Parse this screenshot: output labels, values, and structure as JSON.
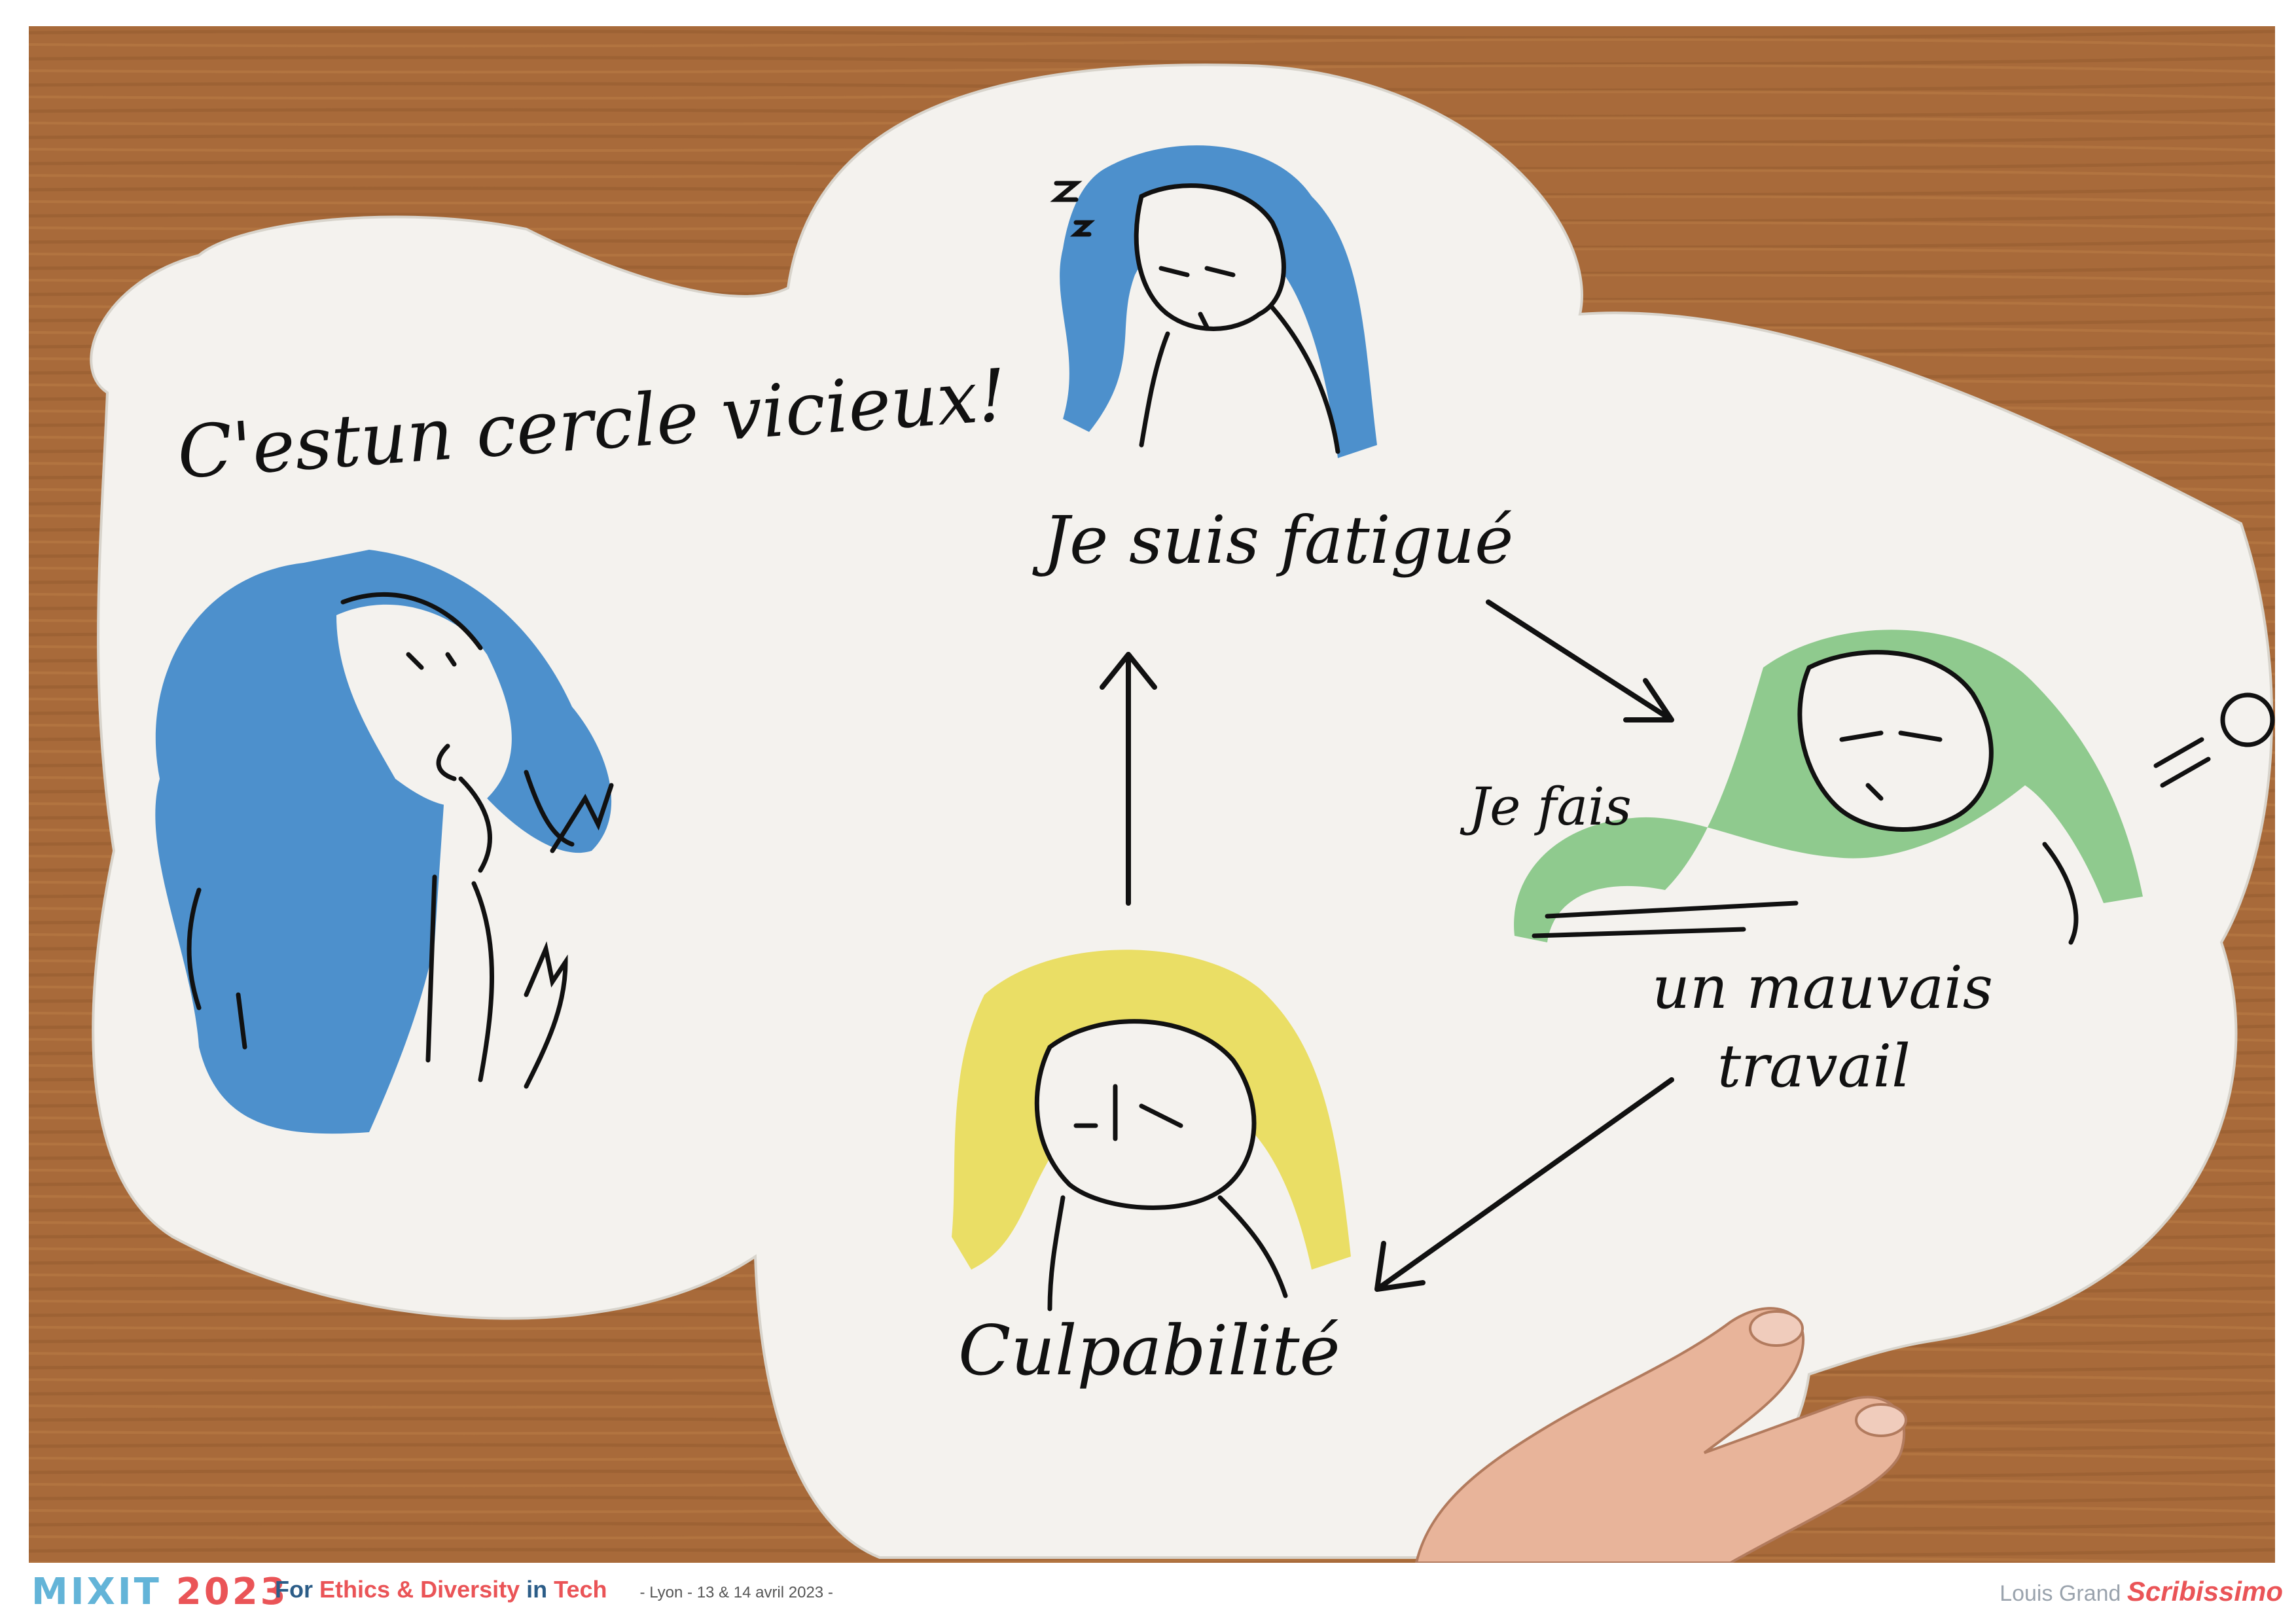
{
  "sketch": {
    "exclamation": "C'estun cercle vicieux!",
    "tired": "Je suis fatigué",
    "bad_work_1": "Je fais",
    "bad_work_2": "un mauvais",
    "bad_work_3": "travail",
    "guilt": "Culpabilité"
  },
  "footer": {
    "event_name": "MIXIT",
    "event_year": "2023",
    "tagline": {
      "part1": "For ",
      "ethics": "Ethics",
      "amp": "&",
      "diversity": "Diversity",
      "part2": " in ",
      "tech": "Tech"
    },
    "location_dates": "- Lyon - 13 & 14 avril 2023 -",
    "credit": "Louis Grand",
    "brand": "Scribissimo"
  },
  "colors": {
    "wood": "#a86a3a",
    "paper": "#f4f2ee",
    "blue_wash": "#2f7fc6",
    "green_wash": "#7cc37c",
    "yellow_wash": "#e9dc55",
    "accent_red": "#ea5457",
    "accent_blue": "#63b4d8"
  }
}
